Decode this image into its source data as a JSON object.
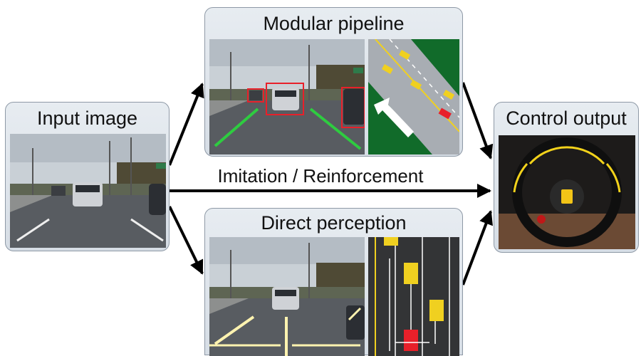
{
  "nodes": {
    "input": {
      "title": "Input image"
    },
    "modular": {
      "title": "Modular pipeline"
    },
    "direct": {
      "title": "Direct perception"
    },
    "control": {
      "title": "Control output"
    }
  },
  "edges": {
    "middle_label": "Imitation / Reinforcement"
  },
  "colors": {
    "card_border": "#8e99a6",
    "arrow": "#000000",
    "detection_box": "#e8202a",
    "lane_line": "#2ecc40",
    "affordance": "#fff3b0",
    "steering_arrow": "#f2d21b"
  }
}
